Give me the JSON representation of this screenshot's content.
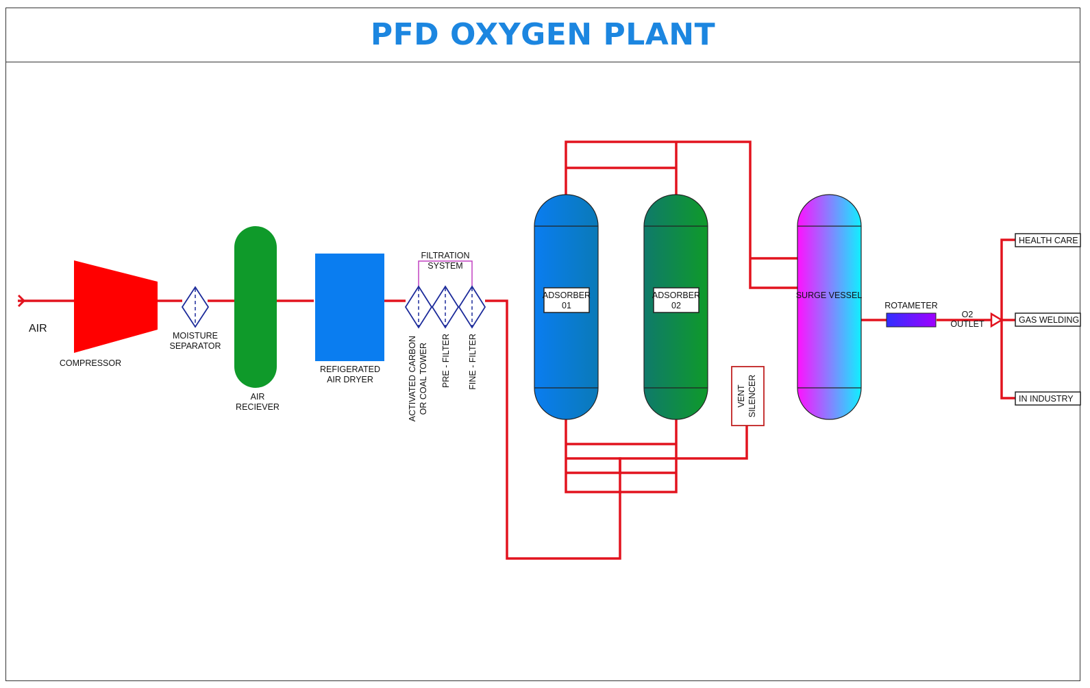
{
  "title": "PFD OXYGEN PLANT",
  "labels": {
    "air": "AIR",
    "compressor": "COMPRESSOR",
    "moisture_separator": [
      "MOISTURE",
      "SEPARATOR"
    ],
    "air_receiver": [
      "AIR",
      "RECIEVER"
    ],
    "air_dryer": [
      "REFIGERATED",
      "AIR DRYER"
    ],
    "filtration_system": [
      "FILTRATION",
      "SYSTEM"
    ],
    "carbon_tower": [
      "ACTIVATED CARBON",
      "OR COAL TOWER"
    ],
    "pre_filter": "PRE - FILTER",
    "fine_filter": "FINE - FILTER",
    "adsorber_01": [
      "ADSORBER",
      "01"
    ],
    "adsorber_02": [
      "ADSORBER",
      "02"
    ],
    "vent_silencer": [
      "VENT",
      "SILENCER"
    ],
    "surge_vessel": "SURGE VESSEL",
    "rotameter": "ROTAMETER",
    "o2_outlet": [
      "O2",
      "OUTLET"
    ],
    "outlets": [
      "HEALTH CARE",
      "GAS WELDING",
      "IN INDUSTRY"
    ]
  },
  "colors": {
    "title": "#1c86e0",
    "pipe": "#e2131e",
    "compressor": "#ff0000",
    "air_receiver": "#0f9a2a",
    "air_dryer": "#0a7df0",
    "filter_symbol": "#1b2a9a",
    "filtration_bracket": "#c040c0",
    "adsorber_01": [
      "#0a7df0",
      "#0a7ab8"
    ],
    "adsorber_02": [
      "#0f7a6a",
      "#0f9a2a"
    ],
    "surge_vessel": [
      "#ff10ff",
      "#10f0ff"
    ],
    "rotameter": [
      "#3030ff",
      "#a000ff"
    ]
  }
}
